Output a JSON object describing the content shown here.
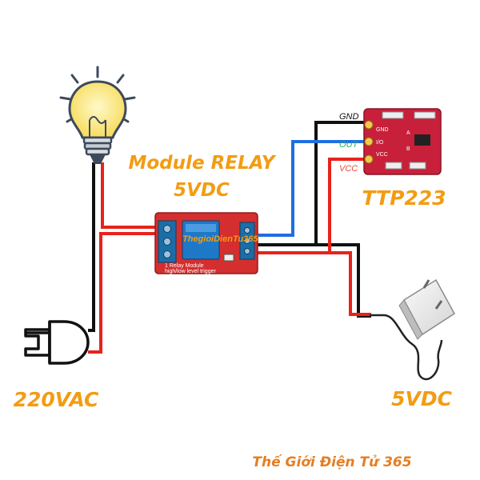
{
  "labels": {
    "relay_title": "Module RELAY",
    "relay_voltage": "5VDC",
    "sensor_name": "TTP223",
    "mains_voltage": "220VAC",
    "adapter_voltage": "5VDC"
  },
  "sensor_pins": {
    "gnd": "GND",
    "out": "OUT",
    "vcc": "VCC",
    "board_gnd": "GND",
    "board_io": "I/O",
    "board_vcc": "VCC",
    "board_a": "A",
    "board_b": "B"
  },
  "relay_board": {
    "watermark": "ThegioiDienTu365",
    "line1": "1 Relay  Module",
    "line2": "high/low level trigger"
  },
  "footer": "Thế Giới Điện Tử 365",
  "colors": {
    "wire_red": "#e8221b",
    "wire_black": "#111111",
    "wire_blue": "#1f6fe0",
    "label_orange": "#f39c12",
    "board_red": "#d42e2e",
    "terminal_blue": "#1a6ea8",
    "pin_green": "#27ae60",
    "pin_red": "#e74c3c"
  },
  "icons": [
    "light-bulb-icon",
    "power-plug-icon",
    "power-adapter-icon"
  ]
}
